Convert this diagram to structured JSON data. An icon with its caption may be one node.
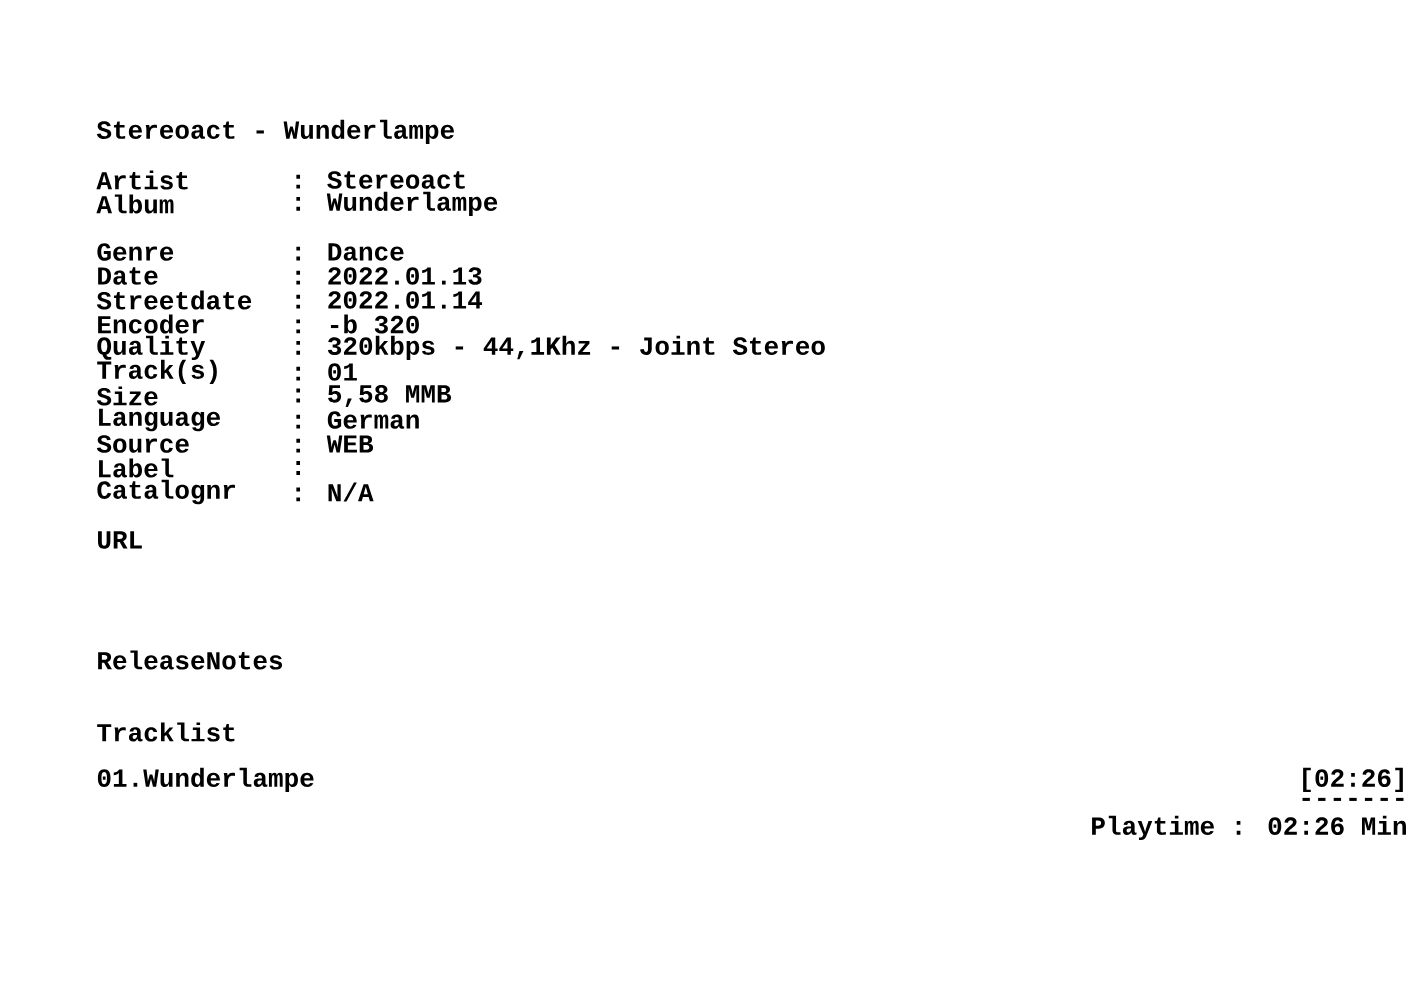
{
  "diagram": {
    "labels": [
      "Stereoact - Wunderlampe",
      "Artist",
      ": Stereoact",
      "Album",
      ": Wunderlampe",
      "Genre",
      ": Dance",
      "Date",
      ": 2022.01.13",
      "Streetdate",
      ": 2022.01.14",
      "Encoder",
      ": -b 320",
      "Quality",
      ": 320kbps - 44,1Khz - Joint Stereo",
      "Track(s)",
      ": 01",
      "Size",
      ": 5,58 MMB",
      "Language",
      ": German",
      "Source",
      ": WEB",
      "Label",
      ":",
      "Catalognr",
      ": N/A",
      "URL",
      "ReleaseNotes",
      "Tracklist",
      "01.Wunderlampe",
      "[02:26]",
      "-------",
      "Playtime : 02:26 Min"
    ]
  }
}
